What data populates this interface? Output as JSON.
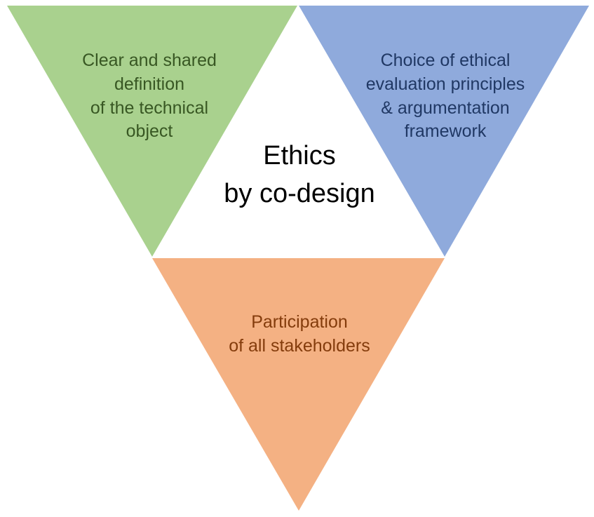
{
  "segments": {
    "left": {
      "text": "Clear and shared\ndefinition\nof the technical\nobject",
      "fill": "#a9d18e",
      "text_color": "#385723"
    },
    "right": {
      "text": "Choice of ethical\nevaluation principles\n& argumentation\nframework",
      "fill": "#8faadc",
      "text_color": "#203864"
    },
    "bottom": {
      "text": "Participation\nof all stakeholders",
      "fill": "#f4b183",
      "text_color": "#843c0c"
    },
    "center": {
      "text": "Ethics\nby co-design",
      "fill": "#ffffff",
      "text_color": "#000000"
    }
  }
}
